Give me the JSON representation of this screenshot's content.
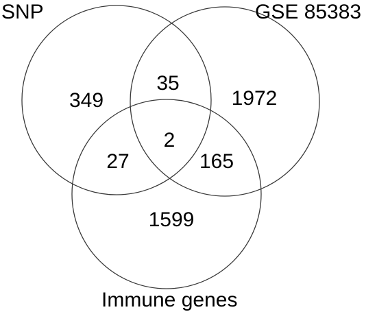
{
  "venn": {
    "sets": [
      {
        "key": "snp",
        "label": "SNP"
      },
      {
        "key": "gse",
        "label": "GSE 85383"
      },
      {
        "key": "immune",
        "label": "Immune genes"
      }
    ],
    "regions": {
      "snp_only": "349",
      "gse_only": "1972",
      "immune_only": "1599",
      "snp_gse": "35",
      "snp_immune": "27",
      "gse_immune": "165",
      "all_three": "2"
    },
    "colors": {
      "outline": "#3a3a3a",
      "text": "#000000",
      "background": "#ffffff"
    }
  }
}
